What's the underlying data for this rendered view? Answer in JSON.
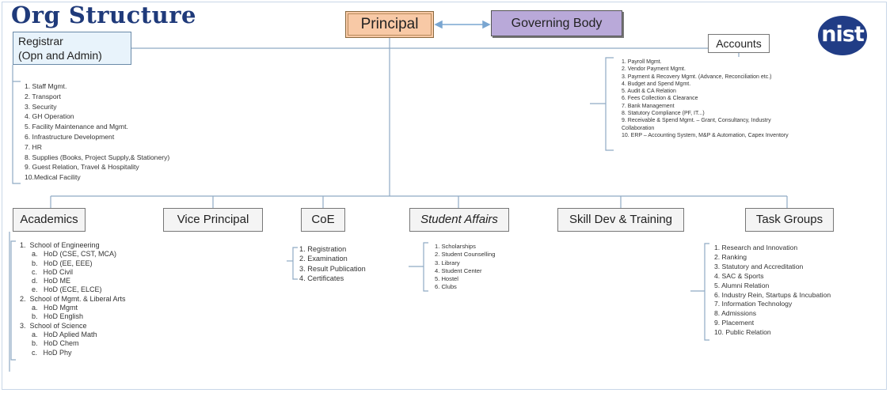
{
  "title": "Org Structure",
  "principal": "Principal",
  "governing_body": "Governing Body",
  "registrar": {
    "line1": "Registrar",
    "line2": "(Opn and Admin)"
  },
  "accounts": "Accounts",
  "logo_text": "nist",
  "registrar_duties": [
    "1.  Staff Mgmt.",
    "2.  Transport",
    "3.  Security",
    "4.  GH Operation",
    "5.  Facility Maintenance and Mgmt.",
    "6.  Infrastructure Development",
    "7.  HR",
    "8.  Supplies (Books, Project Supply,& Stationery)",
    "9.  Guest Relation, Travel & Hospitality",
    "10.Medical Facility"
  ],
  "accounts_duties": [
    "1.   Payroll Mgmt.",
    "2.   Vendor Payment Mgmt.",
    "3.   Payment & Recovery Mgmt. (Advance, Reconciliation etc.)",
    "4.   Budget and Spend Mgmt.",
    "5.   Audit & CA Relation",
    "6.   Fees Collection & Clearance",
    "7.   Bank Management",
    "8.   Statutory Compliance (PF, IT...)",
    "9.   Receivable & Spend Mgmt. – Grant, Consultancy, Industry",
    "       Collaboration",
    "10.  ERP – Accounting System, M&P & Automation, Capex Inventory"
  ],
  "departments": {
    "academics": "Academics",
    "vice_principal": "Vice Principal",
    "coe": "CoE",
    "student_affairs": "Student Affairs",
    "skill_dev": "Skill Dev  & Training",
    "task_groups": "Task Groups"
  },
  "academics_list": [
    "1.  School of Engineering",
    "      a.   HoD (CSE, CST, MCA)",
    "      b.   HoD (EE, EEE)",
    "      c.   HoD Civil",
    "      d.   HoD ME",
    "      e.   HoD (ECE, ELCE)",
    "2.  School of Mgmt. & Liberal Arts",
    "      a.   HoD Mgmt",
    "      b.   HoD English",
    "3.  School of Science",
    "      a.   HoD Aplied Math",
    "      b.   HoD Chem",
    "      c.   HoD Phy"
  ],
  "coe_list": [
    "1.  Registration",
    "2.  Examination",
    "3.  Result Publication",
    "4.  Certificates"
  ],
  "student_affairs_list": [
    "1.   Scholarships",
    "2.   Student Counselling",
    "3.   Library",
    "4.   Student Center",
    "5.   Hostel",
    "6.   Clubs"
  ],
  "task_groups_list": [
    "1.   Research and Innovation",
    "2.   Ranking",
    "3.   Statutory and Accreditation",
    "4.   SAC & Sports",
    "5.   Alumni Relation",
    "6.   Industry Rein, Startups & Incubation",
    "7.   Information Technology",
    "8.   Admissions",
    "9.   Placement",
    "10.  Public Relation"
  ],
  "colors": {
    "title": "#1f3a7a",
    "principal_fill": "#f8c9a6",
    "governing_fill": "#b9a9d9",
    "registrar_fill": "#e8f3fb",
    "connector": "#8faac4",
    "logo": "#213d86"
  }
}
